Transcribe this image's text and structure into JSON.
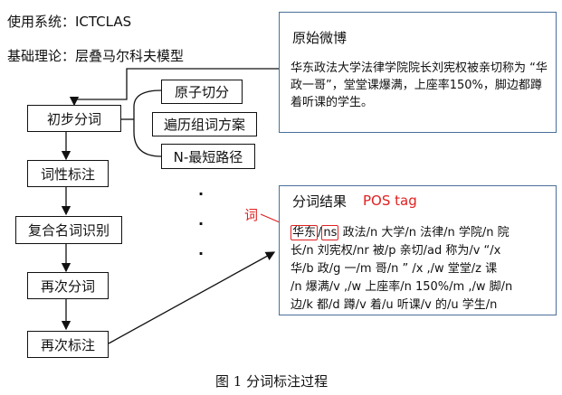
{
  "header": {
    "system_label": "使用系统：ICTCLAS",
    "theory_label": "基础理论：层叠马尔科夫模型"
  },
  "flow": {
    "steps": [
      "初步分词",
      "词性标注",
      "复合名词识别",
      "再次分词",
      "再次标注"
    ],
    "methods": [
      "原子切分",
      "遍历组词方案",
      "N-最短路径"
    ],
    "ellipsis": [
      "·",
      "·",
      "·"
    ]
  },
  "weibo_panel": {
    "title": "原始微博",
    "body": "华东政法大学法律学院院长刘宪权被亲切称为 “华政一哥”，堂堂课爆满，上座率150%，脚边都蹲着听课的学生。"
  },
  "result_panel": {
    "title": "分词结果",
    "first_word": "华东",
    "first_sep": "/",
    "first_tag": "ns",
    "line1_rest": "政法/n 大学/n 法律/n 学院/n 院",
    "lines": [
      "长/n 刘宪权/nr 被/p 亲切/ad 称为/v “/x",
      "华/b 政/g 一/m 哥/n ” /x ,/w 堂堂/z 课",
      "/n 爆满/v ,/w 上座率/n 150%/m ,/w 脚/n",
      "边/k 都/d 蹲/v 着/u 听课/v 的/u 学生/n"
    ]
  },
  "annotations": {
    "word_label": "词",
    "pos_label": "POS tag"
  },
  "caption": "图 1  分词标注过程",
  "colors": {
    "annotation_red": "#e02020",
    "panel_border": "#4a6f9a",
    "line": "#111111"
  }
}
